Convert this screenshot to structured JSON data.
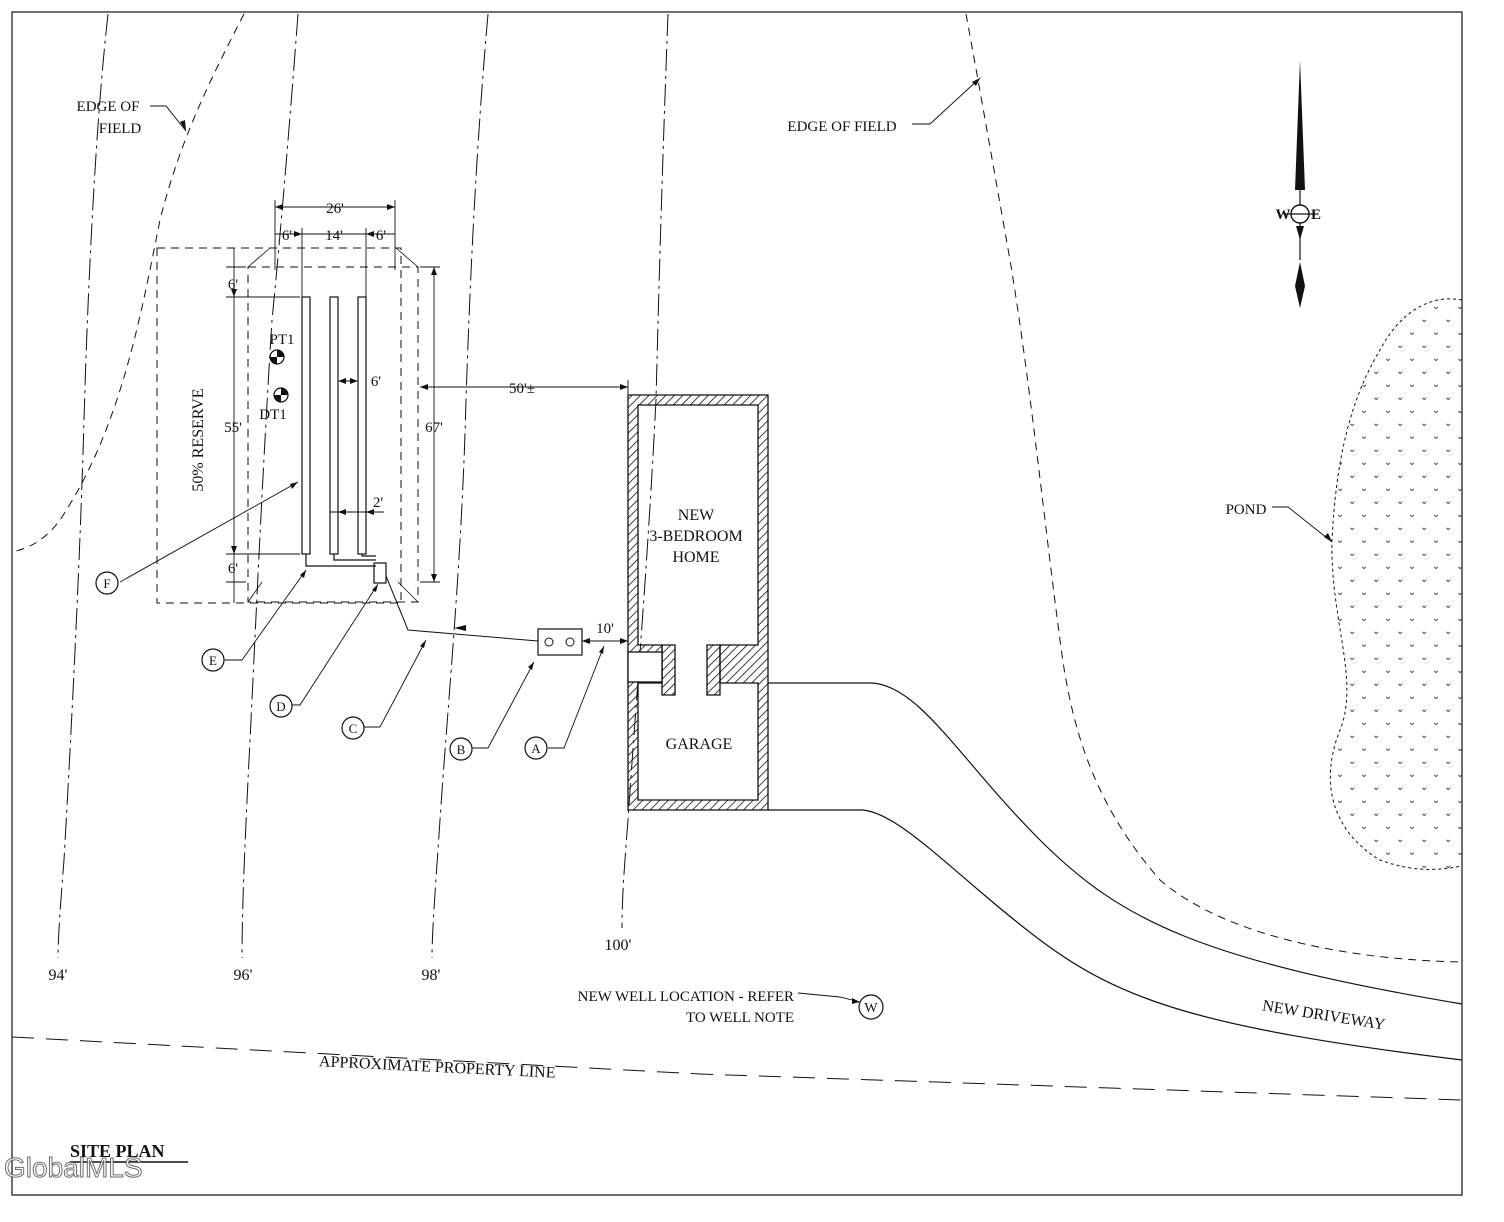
{
  "labels": {
    "edge_of_field_left_line1": "EDGE OF",
    "edge_of_field_left_line2": "FIELD",
    "edge_of_field_right": "EDGE OF FIELD",
    "reserve": "50% RESERVE",
    "pt1": "PT1",
    "dt1": "DT1",
    "home_line1": "NEW",
    "home_line2": "3-BEDROOM",
    "home_line3": "HOME",
    "garage": "GARAGE",
    "pond": "POND",
    "new_driveway": "NEW DRIVEWAY",
    "well_note_line1": "NEW WELL LOCATION - REFER",
    "well_note_line2": "TO WELL NOTE",
    "property_line": "APPROXIMATE PROPERTY LINE",
    "site_plan": "SITE PLAN",
    "watermark": "GlobalMLS"
  },
  "compass": {
    "west": "W",
    "east": "E"
  },
  "dimensions": {
    "width_total": "26'",
    "side_left": "6'",
    "center": "14'",
    "side_right": "6'",
    "top_offset": "6'",
    "bottom_offset": "6'",
    "length_inner": "55'",
    "length_outer": "67'",
    "trench_spacing": "6'",
    "trench_width": "2'",
    "to_house": "50'±",
    "tank_to_house": "10'"
  },
  "contours": [
    "94'",
    "96'",
    "98'",
    "100'"
  ],
  "callouts": {
    "a": "A",
    "b": "B",
    "c": "C",
    "d": "D",
    "e": "E",
    "f": "F",
    "w": "W"
  }
}
